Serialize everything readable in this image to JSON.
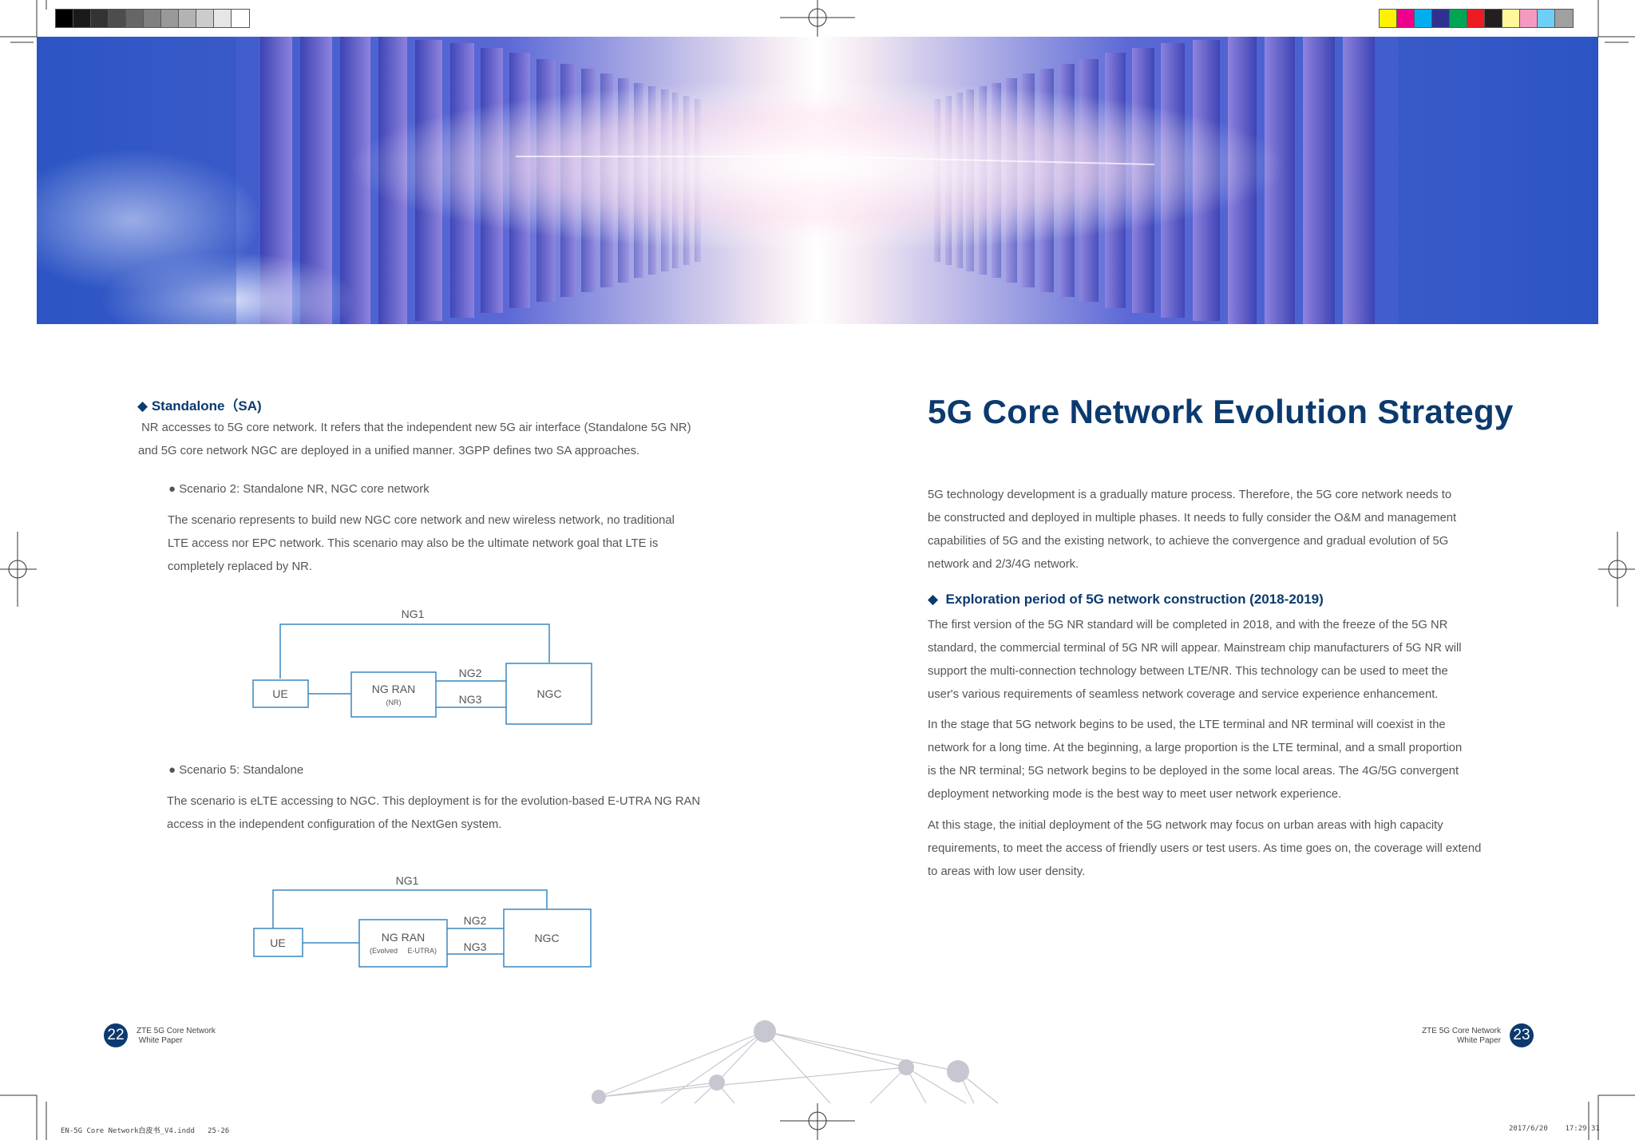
{
  "left": {
    "section_title": "Standalone（SA)",
    "intro": [
      " NR accesses to 5G core network. It refers that the independent new 5G air interface (Standalone 5G NR)",
      "and 5G core network NGC are deployed in a unified manner. 3GPP defines two SA approaches."
    ],
    "scenario2": {
      "title": "Scenario 2: Standalone NR, NGC core network",
      "lines": [
        "The scenario represents to build new NGC core network and new wireless network, no traditional",
        "LTE access nor EPC network. This scenario may also be the ultimate network goal that LTE is",
        "completely replaced by NR."
      ]
    },
    "diagram1": {
      "ng1": "NG1",
      "ng2": "NG2",
      "ng3": "NG3",
      "ue": "UE",
      "ngran": "NG RAN",
      "ngran_sub": "(NR)",
      "ngc": "NGC"
    },
    "scenario5": {
      "title": "Scenario 5: Standalone",
      "lines": [
        "The scenario is eLTE accessing to NGC. This deployment is for the evolution-based E-UTRA NG RAN",
        "access in the independent configuration of the NextGen system."
      ]
    },
    "diagram2": {
      "ng1": "NG1",
      "ng2": "NG2",
      "ng3": "NG3",
      "ue": "UE",
      "ngran": "NG RAN",
      "ngran_sub": "(Evolved     E-UTRA)",
      "ngc": "NGC"
    },
    "page_number": "22",
    "footer": [
      "ZTE 5G Core Network",
      " White Paper"
    ]
  },
  "right": {
    "title": "5G Core Network Evolution Strategy",
    "intro": [
      "5G technology development is a gradually mature process. Therefore, the 5G core network needs to",
      "be constructed and deployed in multiple phases. It needs to fully consider the O&M and management",
      "capabilities of 5G and the existing network, to achieve the convergence and gradual evolution of 5G",
      "network and 2/3/4G network."
    ],
    "subtitle": "Exploration period of 5G network construction (2018-2019)",
    "para1": [
      "The first version of the 5G NR standard will be completed in 2018, and with the freeze of the 5G NR",
      "standard, the commercial terminal of 5G NR will appear. Mainstream chip manufacturers of 5G NR will",
      "support the multi-connection technology between LTE/NR. This technology can be used to meet the",
      "user's various requirements of seamless network coverage and service experience enhancement."
    ],
    "para2": [
      "In the stage that 5G network begins to be used, the LTE terminal and NR terminal will coexist in the",
      "network for a long time. At the beginning, a large proportion is the LTE terminal, and a small proportion",
      "is the NR terminal; 5G network begins to be deployed in the some local areas. The 4G/5G convergent",
      "deployment networking mode is the best way to meet user network experience."
    ],
    "para3": [
      "At this stage, the initial deployment of the 5G network may focus on urban areas with high capacity",
      "requirements, to meet the access of friendly users or test users. As time goes on, the coverage will extend",
      "to areas with low user density."
    ],
    "page_number": "23",
    "footer": [
      "ZTE 5G Core Network",
      "White Paper"
    ]
  },
  "slug": {
    "file": "EN-5G Core Network白皮书_V4.indd   25-26",
    "date": "2017/6/20    17:29:31"
  },
  "colors": {
    "accent": "#0c3a6e",
    "diagram": "#3a87c0"
  }
}
